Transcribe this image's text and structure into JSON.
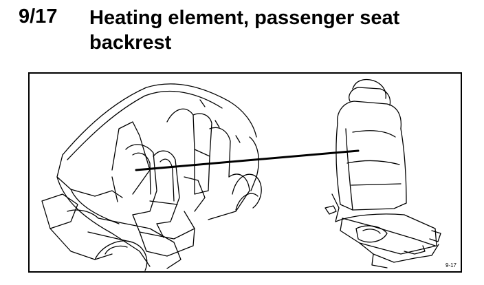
{
  "header": {
    "ref_number": "9/17",
    "title_line1": "Heating element, passenger seat",
    "title_line2": "backrest"
  },
  "figure": {
    "figure_id": "9-17",
    "line_color": "#000000"
  }
}
